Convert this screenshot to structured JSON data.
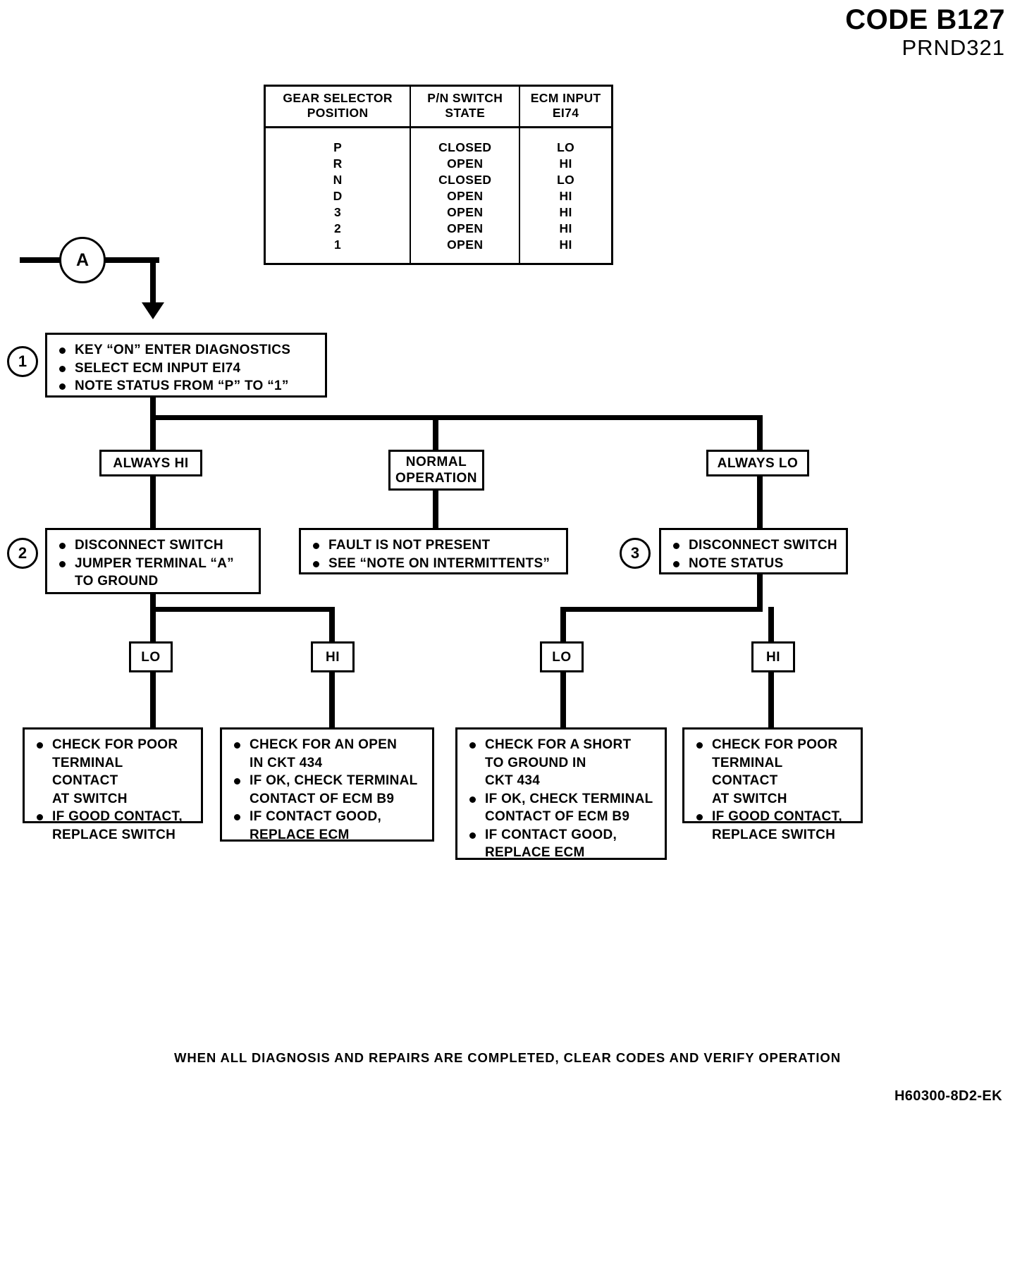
{
  "header": {
    "code_title": "CODE B127",
    "code_subtitle": "PRND321"
  },
  "gear_table": {
    "columns": [
      "GEAR SELECTOR\nPOSITION",
      "P/N SWITCH\nSTATE",
      "ECM INPUT\nEI74"
    ],
    "col_headers_line1": [
      "GEAR SELECTOR",
      "P/N SWITCH",
      "ECM INPUT"
    ],
    "col_headers_line2": [
      "POSITION",
      "STATE",
      "EI74"
    ],
    "rows": [
      {
        "position": "P",
        "switch_state": "CLOSED",
        "ecm_input": "LO"
      },
      {
        "position": "R",
        "switch_state": "OPEN",
        "ecm_input": "HI"
      },
      {
        "position": "N",
        "switch_state": "CLOSED",
        "ecm_input": "LO"
      },
      {
        "position": "D",
        "switch_state": "OPEN",
        "ecm_input": "HI"
      },
      {
        "position": "3",
        "switch_state": "OPEN",
        "ecm_input": "HI"
      },
      {
        "position": "2",
        "switch_state": "OPEN",
        "ecm_input": "HI"
      },
      {
        "position": "1",
        "switch_state": "OPEN",
        "ecm_input": "HI"
      }
    ]
  },
  "connector": {
    "label": "A"
  },
  "steps": {
    "one": {
      "number": "1",
      "items": [
        "KEY “ON” ENTER DIAGNOSTICS",
        "SELECT ECM INPUT EI74",
        "NOTE STATUS FROM “P” TO “1”"
      ]
    },
    "two": {
      "number": "2",
      "items": [
        "DISCONNECT SWITCH",
        "JUMPER TERMINAL “A”\nTO GROUND"
      ]
    },
    "three": {
      "number": "3",
      "items": [
        "DISCONNECT SWITCH",
        "NOTE STATUS"
      ]
    }
  },
  "branches": {
    "always_hi": "ALWAYS HI",
    "normal_operation": "NORMAL\nOPERATION",
    "always_lo": "ALWAYS LO"
  },
  "normal_box": {
    "items": [
      "FAULT IS NOT PRESENT",
      "SEE “NOTE ON INTERMITTENTS”"
    ]
  },
  "result_labels": {
    "left_lo": "LO",
    "left_hi": "HI",
    "right_lo": "LO",
    "right_hi": "HI"
  },
  "results": {
    "left_lo": [
      "CHECK FOR POOR\nTERMINAL CONTACT\nAT SWITCH",
      "IF GOOD CONTACT,\nREPLACE SWITCH"
    ],
    "left_hi": [
      "CHECK FOR AN OPEN\nIN CKT 434",
      "IF OK, CHECK TERMINAL\nCONTACT OF ECM B9",
      "IF CONTACT GOOD,\nREPLACE ECM"
    ],
    "right_lo": [
      "CHECK FOR A SHORT\nTO GROUND IN\nCKT 434",
      "IF OK, CHECK TERMINAL\nCONTACT OF ECM B9",
      "IF CONTACT GOOD,\nREPLACE ECM"
    ],
    "right_hi": [
      "CHECK FOR POOR\nTERMINAL CONTACT\nAT SWITCH",
      "IF GOOD CONTACT,\nREPLACE SWITCH"
    ]
  },
  "footer": {
    "note": "WHEN ALL DIAGNOSIS AND REPAIRS ARE COMPLETED, CLEAR CODES AND VERIFY OPERATION",
    "doc_code": "H60300-8D2-EK"
  }
}
